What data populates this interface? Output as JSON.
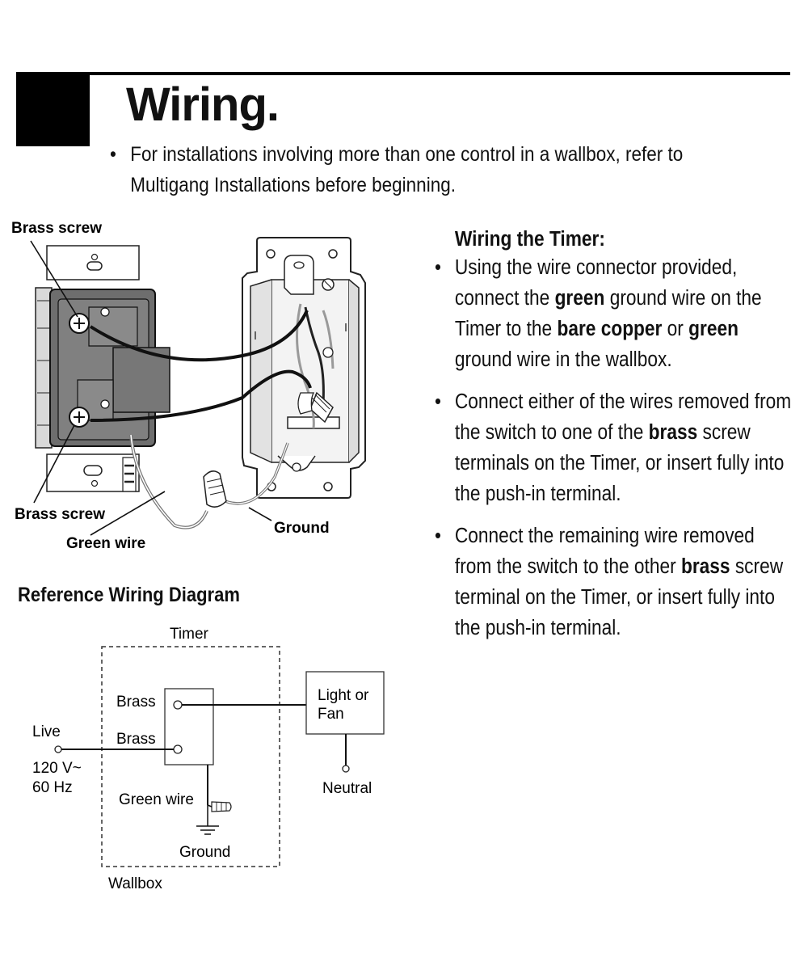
{
  "header": {
    "title": "Wiring."
  },
  "intro_bullet": "For installations involving more than one control in a wallbox, refer to Multigang Installations before beginning.",
  "illustration": {
    "label_brass_screw_top": "Brass screw",
    "label_brass_screw_bottom": "Brass screw",
    "label_green_wire": "Green wire",
    "label_ground": "Ground"
  },
  "timer_instructions": {
    "heading": "Wiring the Timer:",
    "steps": [
      [
        {
          "t": "Using the wire connector provided, connect the ",
          "b": false
        },
        {
          "t": "green",
          "b": true
        },
        {
          "t": " ground wire on the Timer to the ",
          "b": false
        },
        {
          "t": "bare copper",
          "b": true
        },
        {
          "t": " or ",
          "b": false
        },
        {
          "t": "green",
          "b": true
        },
        {
          "t": " ground wire in the wallbox.",
          "b": false
        }
      ],
      [
        {
          "t": "Connect either of the wires removed from the switch to one of the ",
          "b": false
        },
        {
          "t": "brass",
          "b": true
        },
        {
          "t": " screw terminals on the Timer, or insert fully into the push-in terminal.",
          "b": false
        }
      ],
      [
        {
          "t": "Connect the remaining wire removed from the switch to the other ",
          "b": false
        },
        {
          "t": "brass",
          "b": true
        },
        {
          "t": " screw terminal on the Timer, or insert fully into the push-in terminal.",
          "b": false
        }
      ]
    ]
  },
  "reference_diagram": {
    "heading": "Reference Wiring Diagram",
    "timer_label": "Timer",
    "brass_1": "Brass",
    "brass_2": "Brass",
    "live": "Live",
    "voltage": "120 V~",
    "frequency": "60 Hz",
    "load_line1": "Light or",
    "load_line2": "Fan",
    "neutral": "Neutral",
    "green_wire": "Green wire",
    "ground": "Ground",
    "wallbox": "Wallbox"
  }
}
